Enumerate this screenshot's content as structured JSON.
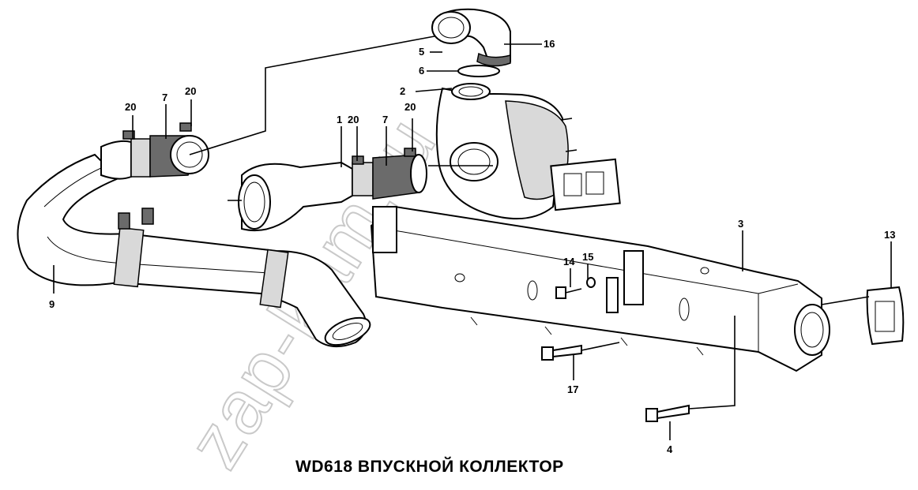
{
  "title": "WD618 ВПУСКНОЙ КОЛЛЕКТОР",
  "watermark": "zap-kam.ru",
  "callouts": [
    "1",
    "2",
    "3",
    "4",
    "5",
    "6",
    "7",
    "7",
    "9",
    "13",
    "14",
    "15",
    "16",
    "17",
    "20",
    "20",
    "20",
    "20"
  ]
}
